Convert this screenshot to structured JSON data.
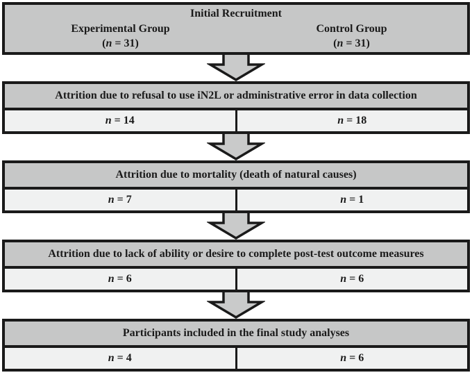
{
  "labels": {
    "n_symbol": "n",
    "eq": "=",
    "paren_open": "(",
    "paren_close": ")"
  },
  "colors": {
    "background": "#ffffff",
    "box_fill": "#c6c7c7",
    "row_fill": "#f0f1f1",
    "border": "#1a1a1a",
    "text": "#1a1a1a"
  },
  "top_box": {
    "title": "Initial Recruitment",
    "groups": [
      {
        "name": "Experimental Group",
        "n_value": "31"
      },
      {
        "name": "Control Group",
        "n_value": "31"
      }
    ]
  },
  "stages": [
    {
      "header": "Attrition due to refusal to use iN2L or administrative error in data collection",
      "cells": [
        "14",
        "18"
      ]
    },
    {
      "header": "Attrition due to mortality (death of natural causes)",
      "cells": [
        "7",
        "1"
      ]
    },
    {
      "header": "Attrition due to lack of ability or desire to complete post-test outcome measures",
      "cells": [
        "6",
        "6"
      ]
    },
    {
      "header": "Participants included in the final study analyses",
      "cells": [
        "4",
        "6"
      ]
    }
  ]
}
